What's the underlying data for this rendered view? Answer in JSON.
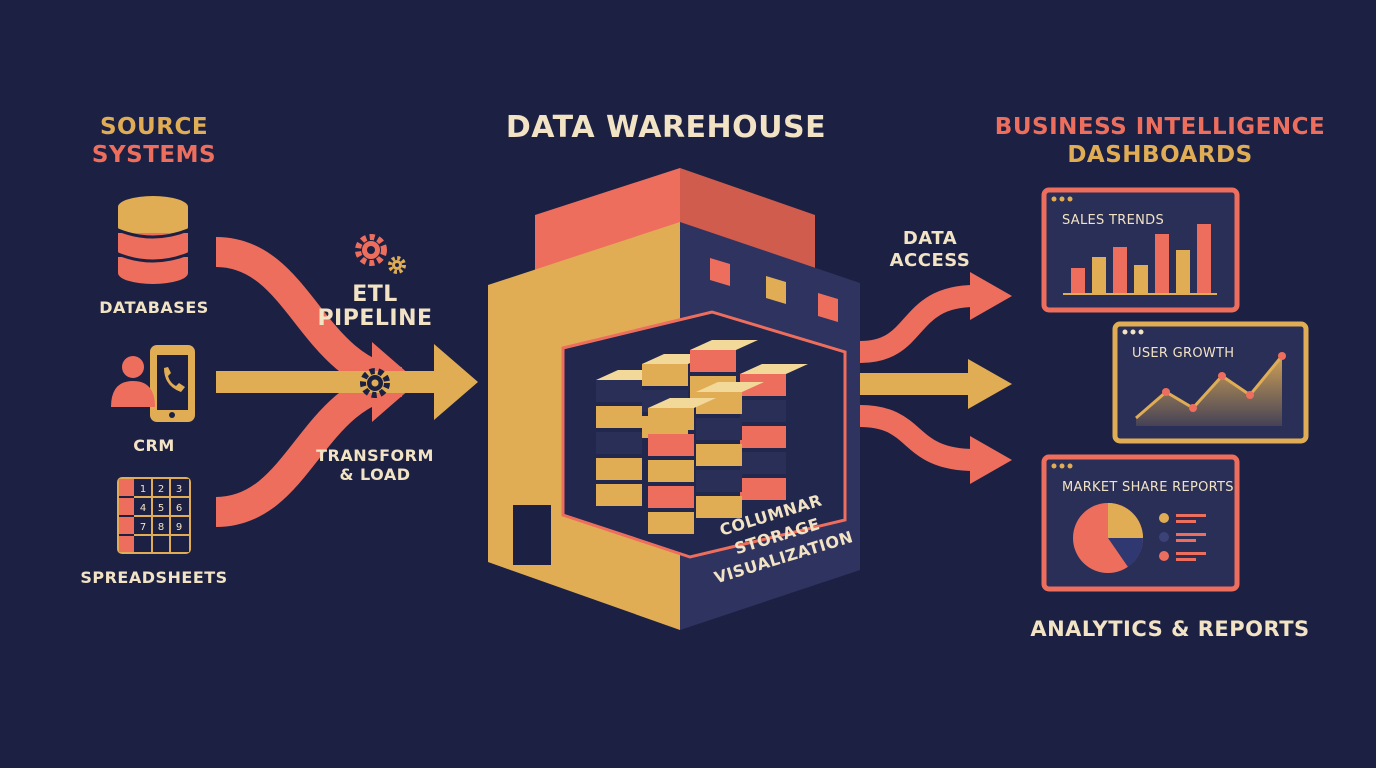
{
  "source": {
    "title_line1": "SOURCE",
    "title_line2": "SYSTEMS",
    "items": [
      {
        "label": "DATABASES",
        "icon": "database-icon"
      },
      {
        "label": "CRM",
        "icon": "crm-phone-icon"
      },
      {
        "label": "SPREADSHEETS",
        "icon": "spreadsheet-icon"
      }
    ],
    "sheet_digits": [
      "1",
      "2",
      "3",
      "4",
      "5",
      "6",
      "7",
      "8",
      "9"
    ]
  },
  "etl": {
    "title_line1": "ETL",
    "title_line2": "PIPELINE",
    "sub_line1": "TRANSFORM",
    "sub_line2": "& LOAD"
  },
  "warehouse": {
    "title": "DATA WAREHOUSE",
    "caption_line1": "COLUMNAR",
    "caption_line2": "STORAGE",
    "caption_line3": "VISUALIZATION"
  },
  "access": {
    "line1": "DATA",
    "line2": "ACCESS"
  },
  "bi": {
    "title_line1": "BUSINESS INTELLIGENCE",
    "title_line2": "DASHBOARDS",
    "panels": [
      {
        "title": "SALES TRENDS"
      },
      {
        "title": "USER GROWTH"
      },
      {
        "title": "MARKET SHARE REPORTS"
      }
    ],
    "footer": "ANALYTICS & REPORTS"
  },
  "colors": {
    "background": "#1c2143",
    "gold": "#e0ad55",
    "coral": "#ee6e5e",
    "cream": "#f2e3c4",
    "navy": "#2a2f57"
  }
}
